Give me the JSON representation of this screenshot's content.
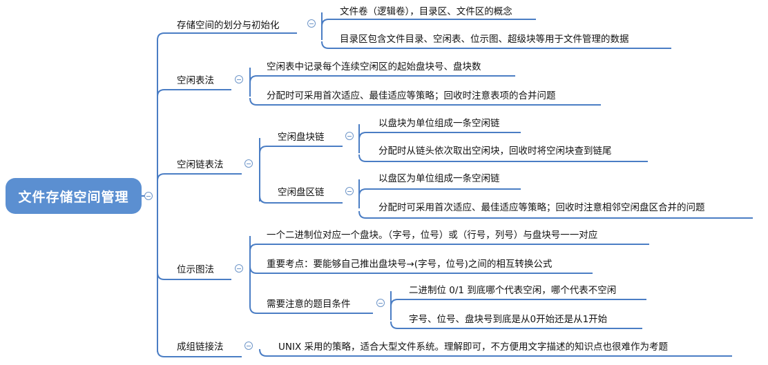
{
  "root": "文件存储空间管理",
  "branches": [
    {
      "label": "存储空间的划分与初始化",
      "children": [
        {
          "label": "文件卷（逻辑卷），目录区、文件区的概念"
        },
        {
          "label": "目录区包含文件目录、空闲表、位示图、超级块等用于文件管理的数据"
        }
      ]
    },
    {
      "label": "空闲表法",
      "children": [
        {
          "label": "空闲表中记录每个连续空闲区的起始盘块号、盘块数"
        },
        {
          "label": "分配时可采用首次适应、最佳适应等策略；回收时注意表项的合并问题"
        }
      ]
    },
    {
      "label": "空闲链表法",
      "children": [
        {
          "label": "空闲盘块链",
          "children": [
            {
              "label": "以盘块为单位组成一条空闲链"
            },
            {
              "label": "分配时从链头依次取出空闲块，回收时将空闲块查到链尾"
            }
          ]
        },
        {
          "label": "空闲盘区链",
          "children": [
            {
              "label": "以盘区为单位组成一条空闲链"
            },
            {
              "label": "分配时可采用首次适应、最佳适应等策略；回收时注意相邻空闲盘区合并的问题"
            }
          ]
        }
      ]
    },
    {
      "label": "位示图法",
      "children": [
        {
          "label": "一个二进制位对应一个盘块。（字号，位号）或（行号，列号）与盘块号一一对应"
        },
        {
          "label": "重要考点：要能够自己推出盘块号→(字号，位号)之间的相互转换公式"
        },
        {
          "label": "需要注意的题目条件",
          "children": [
            {
              "label": "二进制位 0/1 到底哪个代表空闲，哪个代表不空闲"
            },
            {
              "label": "字号、位号、盘块号到底是从0开始还是从1开始"
            }
          ]
        }
      ]
    },
    {
      "label": "成组链接法",
      "children": [
        {
          "label": "UNIX 采用的策略，适合大型文件系统。理解即可，不方便用文字描述的知识点也很难作为考题"
        }
      ]
    }
  ],
  "colors": {
    "root_fill": "#5b8fd1",
    "line": "#4a7dc4",
    "collapse": "#6d95c8"
  }
}
